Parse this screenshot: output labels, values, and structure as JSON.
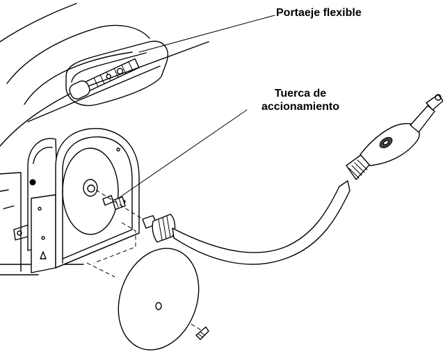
{
  "labels": {
    "flexible_shaft_holder": "Portaeje flexible",
    "drive_nut_line1": "Tuerca de",
    "drive_nut_line2": "accionamiento"
  }
}
